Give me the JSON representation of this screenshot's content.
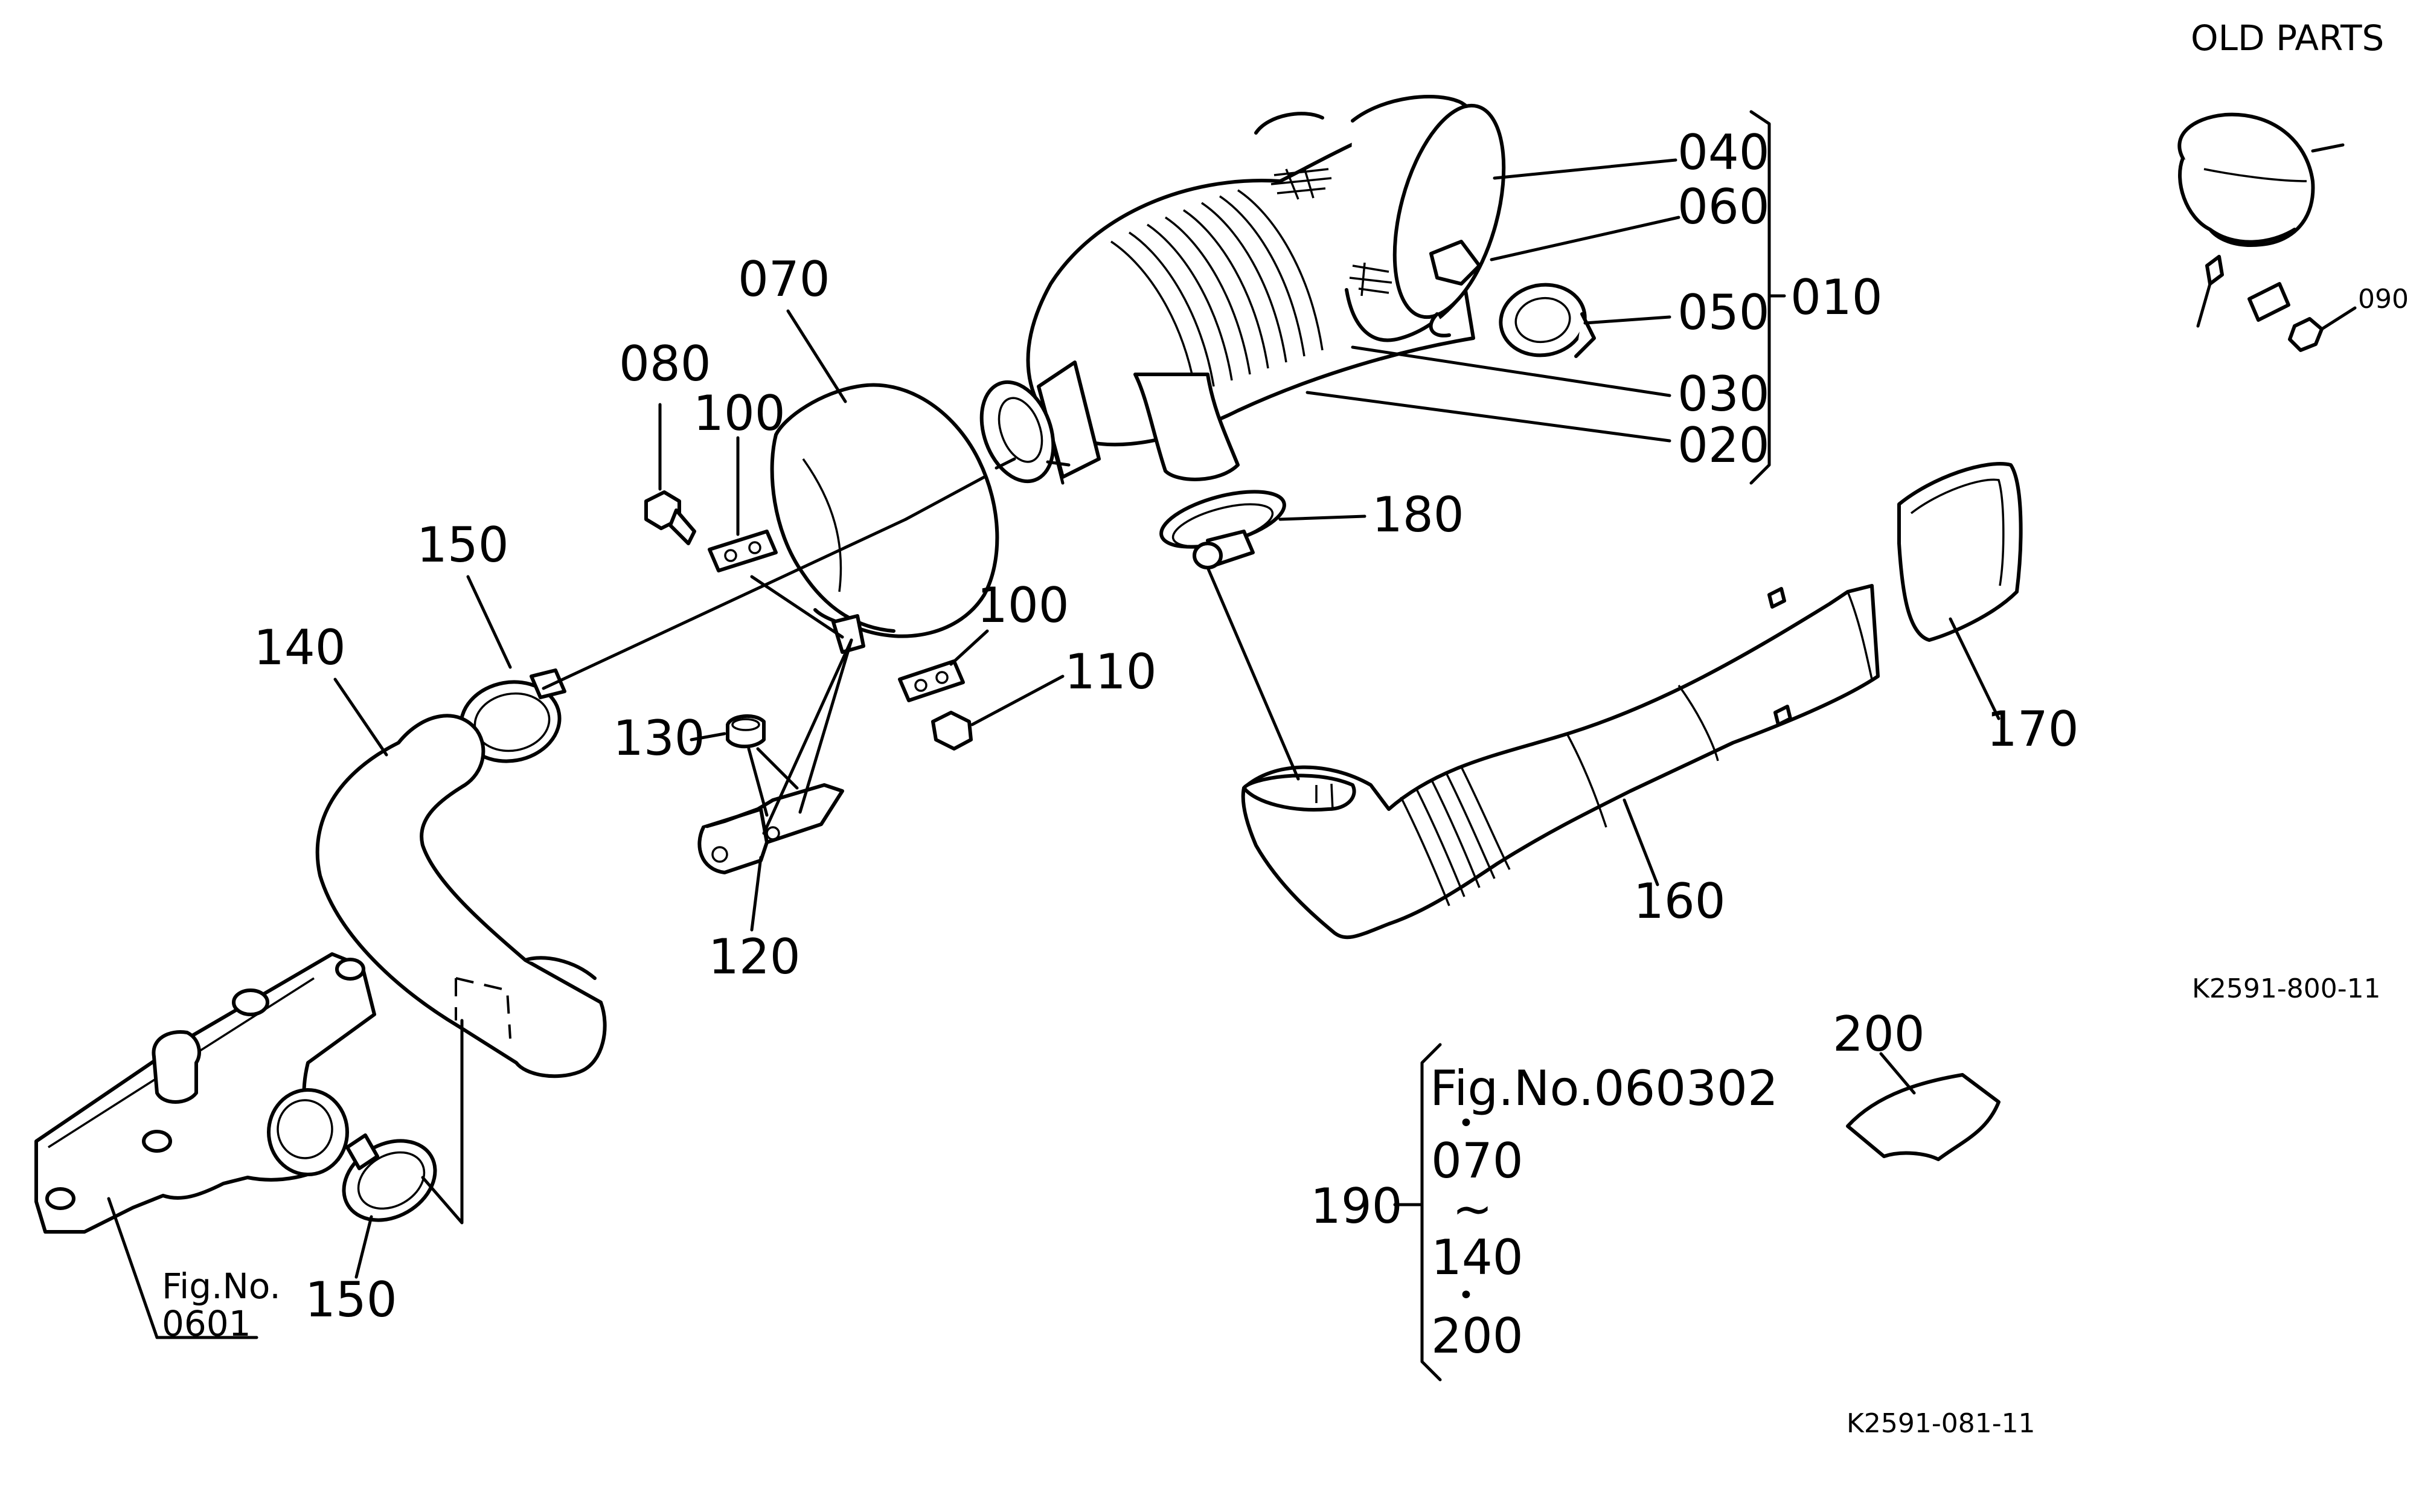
{
  "header": {
    "old_parts": "OLD PARTS"
  },
  "part_labels": {
    "p040": "040",
    "p060": "060",
    "p050": "050",
    "p010": "010",
    "p030": "030",
    "p020": "020",
    "p070": "070",
    "p080": "080",
    "p100_upper": "100",
    "p100_lower": "100",
    "p110": "110",
    "p130": "130",
    "p120": "120",
    "p150_upper": "150",
    "p150_lower": "150",
    "p140": "140",
    "p180": "180",
    "p170": "170",
    "p160": "160",
    "p200": "200",
    "p190": "190",
    "p090": "090"
  },
  "figure_refs": {
    "exhaust_fig_line1": "Fig.No.",
    "exhaust_fig_line2": "0601",
    "kit_fig": "Fig.No.060302",
    "kit_items": [
      "070",
      "140",
      "200"
    ],
    "kit_range_mark": "~",
    "kit_dot": "•"
  },
  "drawing_codes": {
    "upper_code": "K2591-800-11",
    "lower_code": "K2591-081-11"
  },
  "colors": {
    "ink": "#000000",
    "paper": "#ffffff"
  }
}
